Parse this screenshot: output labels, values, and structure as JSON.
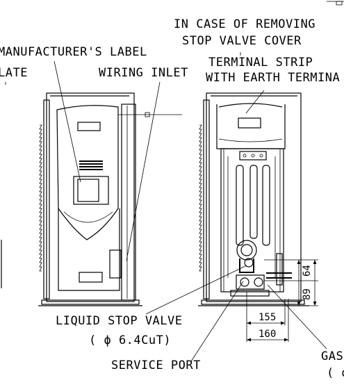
{
  "labels": {
    "case_line1": "IN CASE OF REMOVING",
    "case_line2": "STOP VALVE COVER",
    "manufacturer": "MANUFACTURER'S LABEL",
    "plate": "LATE",
    "wiring_inlet": "WIRING INLET",
    "terminal_line1": "TERMINAL STRIP",
    "terminal_line2": "WITH EARTH TERMINA",
    "liquid_valve": "LIQUID STOP VALVE",
    "liquid_size": "( ϕ 6.4CuT)",
    "service_port": "SERVICE PORT",
    "gas_partial": "GAS",
    "gas_size_partial": "( ϕ"
  },
  "dimensions": {
    "d155": "155",
    "d160": "160",
    "d64": "64",
    "d89": "89"
  }
}
